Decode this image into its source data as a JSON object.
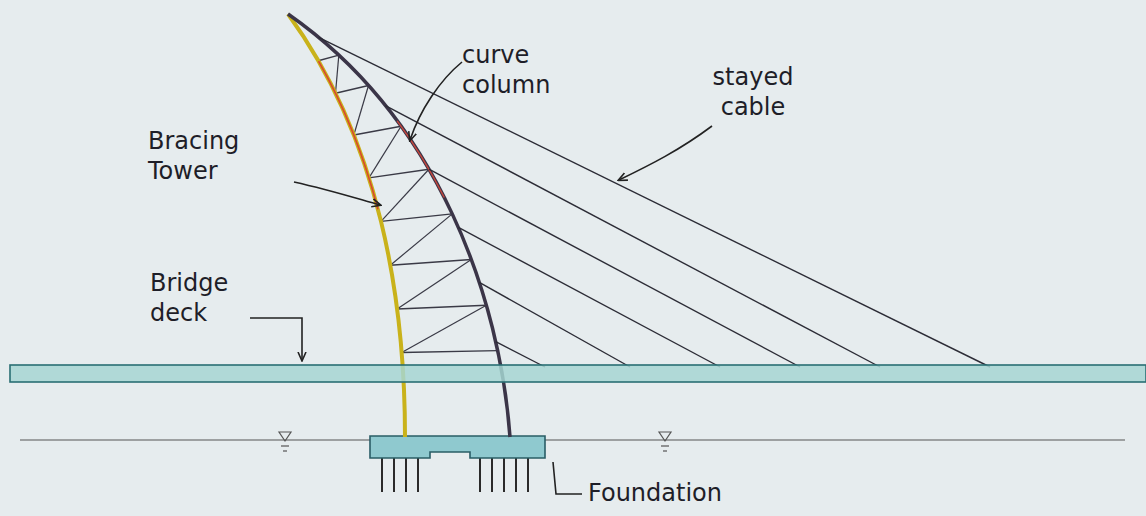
{
  "diagram": {
    "labels": [
      "curve column",
      "stayed cable",
      "Bracing Tower",
      "Bridge deck",
      "Foundation"
    ]
  }
}
